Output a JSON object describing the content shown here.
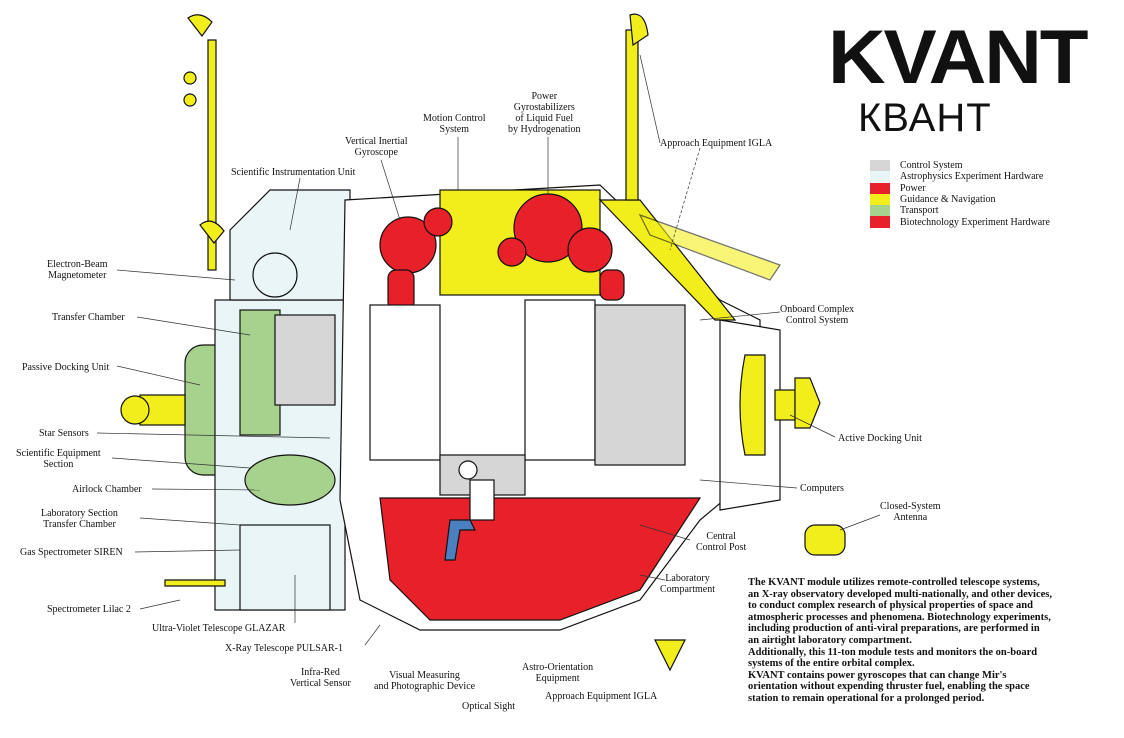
{
  "title": "KVANT",
  "subtitle": "КВАНТ",
  "colors": {
    "control": "#d8d8d8",
    "astro": "#e8f4f8",
    "power": "#e8202a",
    "guidance": "#f2ee1c",
    "transport": "#a6d28e",
    "bio": "#e8202a"
  },
  "legend": [
    {
      "label": "Control System",
      "color": "#d6d6d6"
    },
    {
      "label": "Astrophysics Experiment Hardware",
      "color": "#eaf5f8"
    },
    {
      "label": "Power",
      "color": "#e8202a"
    },
    {
      "label": "Guidance & Navigation",
      "color": "#f2ee1c"
    },
    {
      "label": "Transport",
      "color": "#a6d28e"
    },
    {
      "label": "Biotechnology Experiment Hardware",
      "color": "#e8202a"
    }
  ],
  "labels": {
    "power_gyro": [
      "Power",
      "Gyrostabilizers",
      "of Liquid Fuel",
      "by Hydrogenation"
    ],
    "motion_control": [
      "Motion Control",
      "System"
    ],
    "vertical_gyro": [
      "Vertical Inertial",
      "Gyroscope"
    ],
    "sci_instr": "Scientific Instrumentation Unit",
    "igla_top": "Approach Equipment IGLA",
    "magnetometer": [
      "Electron-Beam",
      "Magnetometer"
    ],
    "transfer_chamber": "Transfer Chamber",
    "passive_dock": "Passive Docking Unit",
    "star_sensors": "Star Sensors",
    "sci_equip": [
      "Scientific Equipment",
      "Section"
    ],
    "airlock": "Airlock Chamber",
    "lab_transfer": [
      "Laboratory Section",
      "Transfer Chamber"
    ],
    "siren": "Gas Spectrometer SIREN",
    "lilac": "Spectrometer Lilac 2",
    "glazar": "Ultra-Violet Telescope GLAZAR",
    "pulsar": "X-Ray Telescope PULSAR-1",
    "infrared": [
      "Infra-Red",
      "Vertical Sensor"
    ],
    "visual": [
      "Visual Measuring",
      "and Photographic Device"
    ],
    "optical": "Optical Sight",
    "astro_orient": [
      "Astro-Orientation",
      "Equipment"
    ],
    "igla_bottom": "Approach Equipment IGLA",
    "lab_compartment": [
      "Laboratory",
      "Compartment"
    ],
    "central_post": [
      "Central",
      "Control Post"
    ],
    "computers": "Computers",
    "antenna": [
      "Closed-System",
      "Antenna"
    ],
    "active_dock": "Active Docking Unit",
    "onboard": [
      "Onboard Complex",
      "Control System"
    ]
  },
  "description": [
    "The KVANT module utilizes remote-controlled telescope systems,",
    "an X-ray observatory developed multi-nationally, and other devices,",
    "to conduct complex research of physical properties of space and",
    "atmospheric processes and phenomena. Biotechnology experiments,",
    "including production of anti-viral preparations, are performed in",
    "an airtight laboratory compartment.",
    "Additionally, this 11-ton module tests and monitors the on-board",
    "systems of the entire orbital complex.",
    "KVANT contains power gyroscopes that can change Mir's",
    "orientation without expending thruster fuel, enabling the space",
    "station to remain operational for a prolonged period."
  ]
}
